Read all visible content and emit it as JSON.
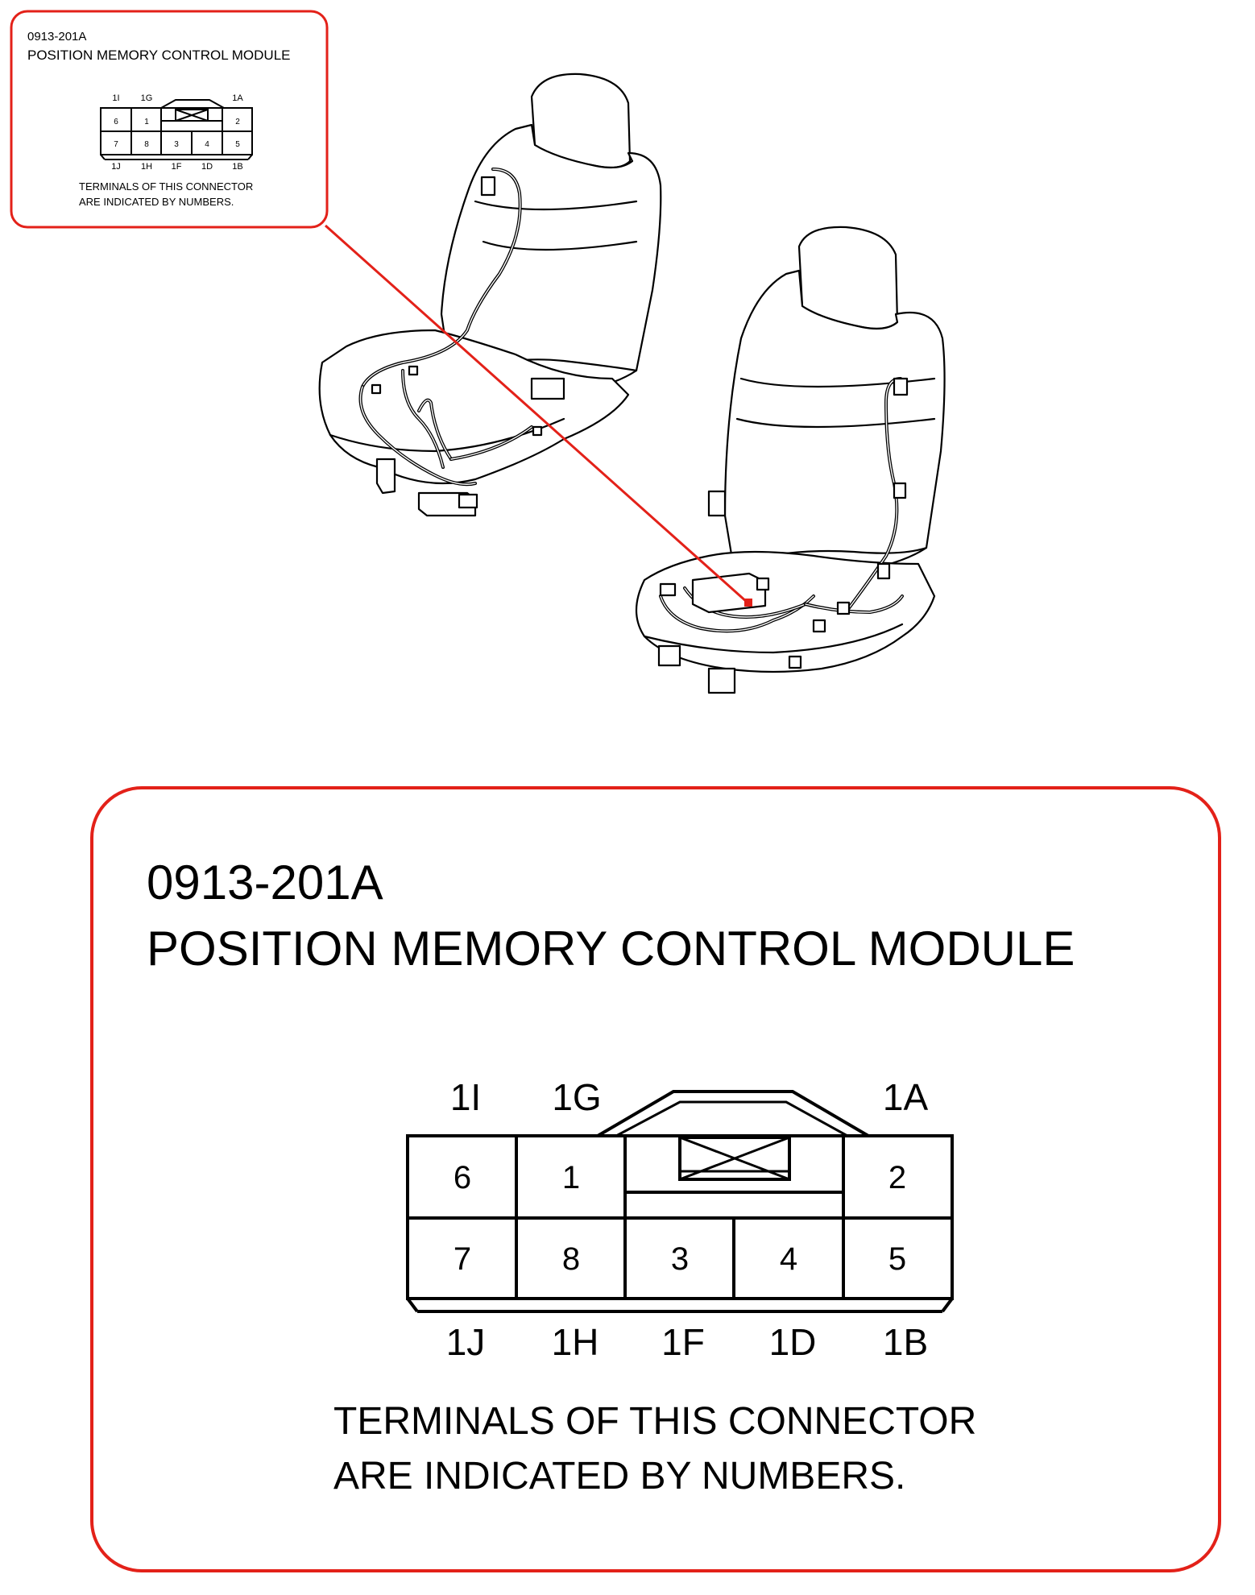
{
  "connector_id": "0913-201A",
  "module_name": "POSITION MEMORY CONTROL MODULE",
  "terminals_top_row": [
    "6",
    "1",
    "2"
  ],
  "terminals_bottom_row": [
    "7",
    "8",
    "3",
    "4",
    "5"
  ],
  "labels_top": [
    "1I",
    "1G",
    "1A"
  ],
  "labels_bottom": [
    "1J",
    "1H",
    "1F",
    "1D",
    "1B"
  ],
  "note_line1": "TERMINALS OF THIS CONNECTOR",
  "note_line2": "ARE INDICATED BY NUMBERS.",
  "colors": {
    "callout_border": "#e32119",
    "line": "#000000"
  }
}
